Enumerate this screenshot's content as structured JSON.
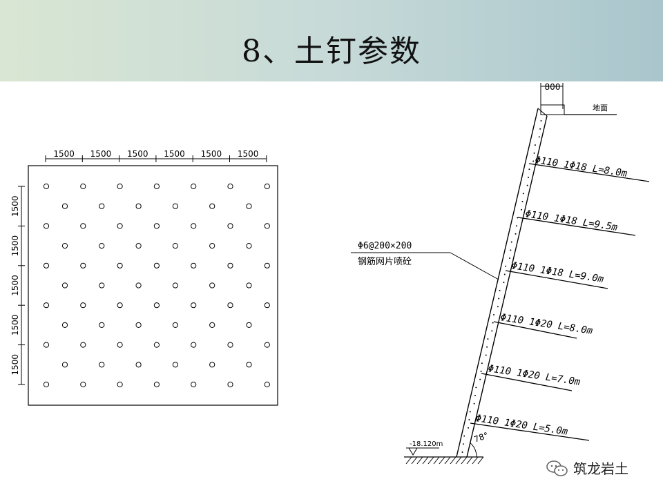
{
  "slide": {
    "title": "8、土钉参数"
  },
  "layout_plan": {
    "top_dims": [
      "1500",
      "1500",
      "1500",
      "1500",
      "1500",
      "1500"
    ],
    "side_dims": [
      "1500",
      "1500",
      "1500",
      "1500",
      "1500"
    ],
    "rows": 10
  },
  "section": {
    "top_dim": "800",
    "ground_label": "地面",
    "mesh_label_line1": "Φ6@200×200",
    "mesh_label_line2": "钢筋网片喷砼",
    "nails": [
      {
        "label": "Φ110  1Φ18  L=8.0m"
      },
      {
        "label": "Φ110  1Φ18  L=9.5m"
      },
      {
        "label": "Φ110  1Φ18  L=9.0m"
      },
      {
        "label": "Φ110  1Φ20  L=8.0m"
      },
      {
        "label": "Φ110  1Φ20  L=7.0m"
      },
      {
        "label": "Φ110  1Φ20  L=5.0m"
      }
    ],
    "angle": "78°",
    "elevation": "-18.120m"
  },
  "watermark": {
    "text": "筑龙岩土",
    "icon": "wechat-icon"
  }
}
